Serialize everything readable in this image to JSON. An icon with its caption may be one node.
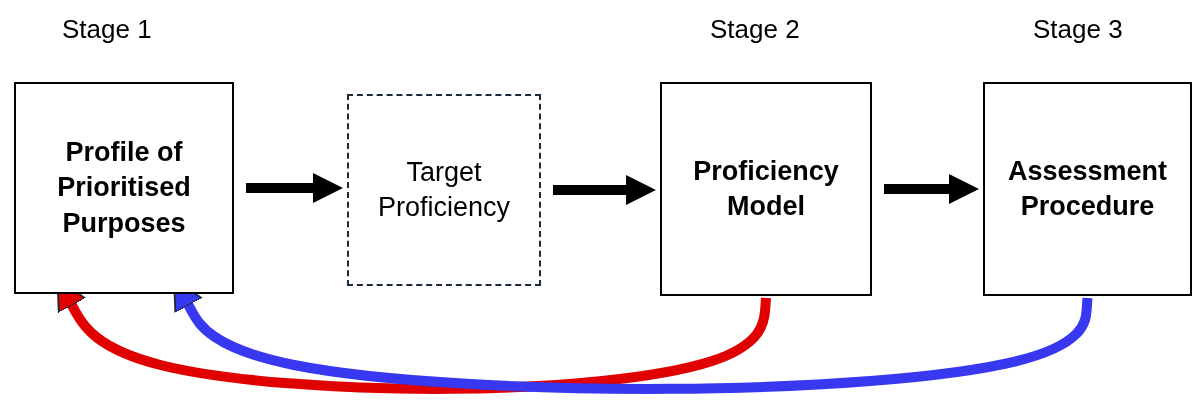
{
  "diagram": {
    "nodes": [
      {
        "text": [
          "Profile of Prioritised Purposes"
        ],
        "beside": [
          "Stage 1"
        ]
      },
      {
        "text": [
          "Target Proficiency"
        ]
      },
      {
        "text": [
          "Proficiency Model"
        ],
        "beside": [
          "Stage 2"
        ]
      },
      {
        "text": [
          "Assessment Procedure"
        ],
        "beside": [
          "Stage 3"
        ]
      }
    ],
    "edges": [
      {
        "from": 0,
        "to": 1,
        "arrow": "to"
      },
      {
        "from": 1,
        "to": 2,
        "arrow": "to"
      },
      {
        "from": 2,
        "to": 3,
        "arrow": "to"
      },
      {
        "from": 2,
        "to": 0,
        "arrow": "to",
        "color": "#e00000"
      },
      {
        "from": 3,
        "to": 0,
        "arrow": "to",
        "color": "#3838f0"
      }
    ]
  }
}
